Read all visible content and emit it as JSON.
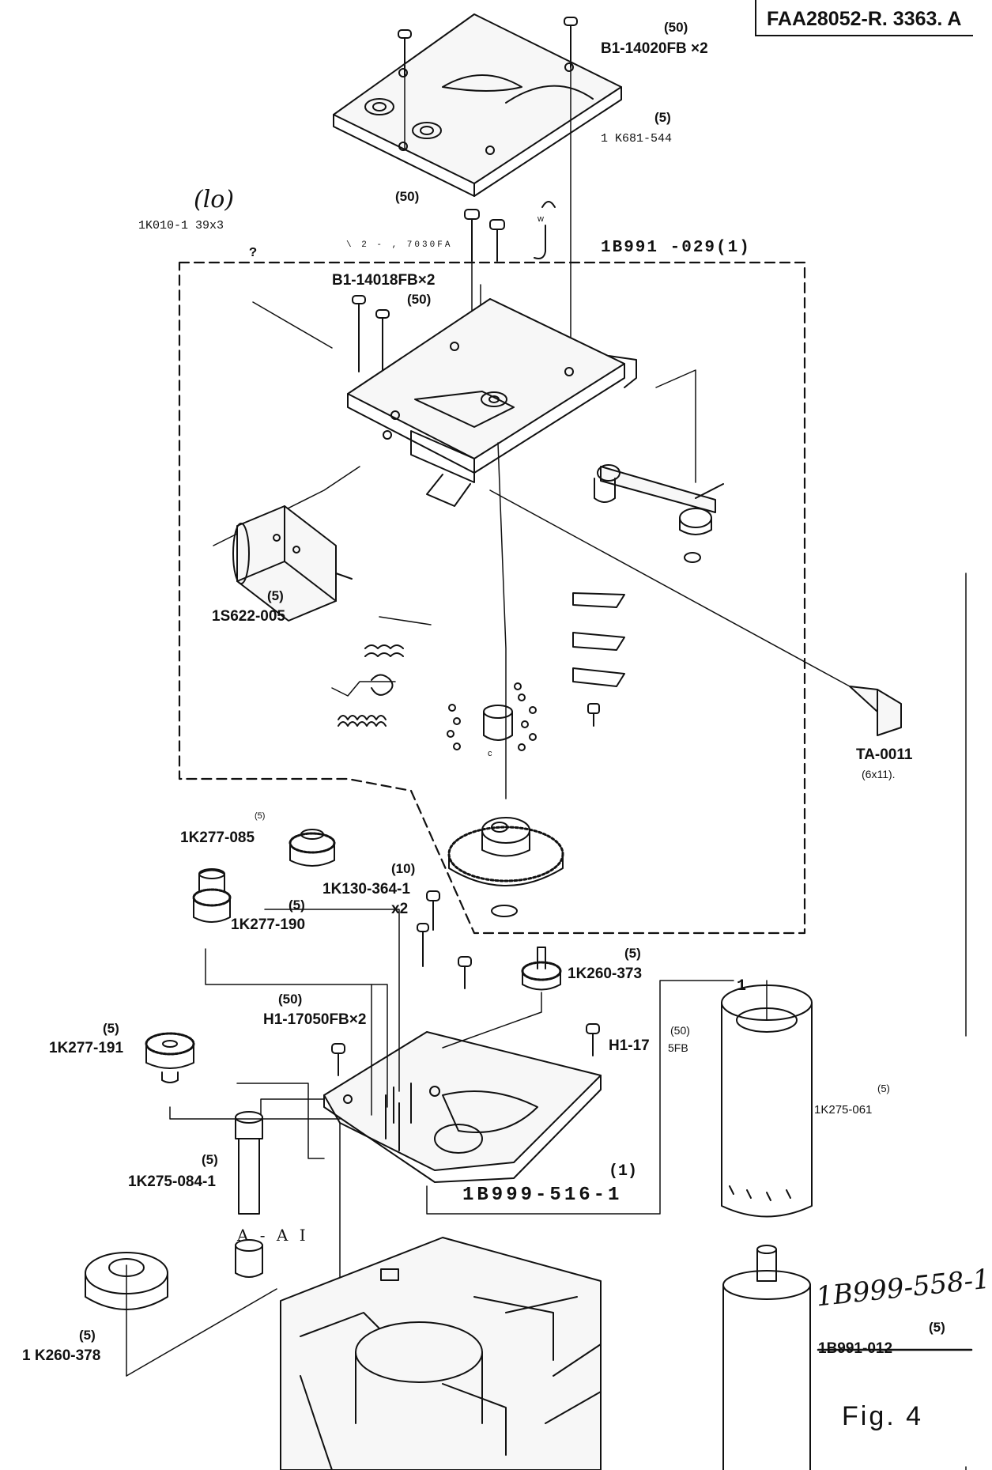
{
  "document_id": "FAA28052-R. 3363. A",
  "figure_label": "Fig.  4",
  "callouts": [
    {
      "qty": "(50)",
      "part": "B1-14020FB ×2"
    },
    {
      "qty": "(5)",
      "part": "1 K681-544"
    },
    {
      "qty": "(lo)",
      "part": "1K010-1  39x3"
    },
    {
      "qty": "(50)",
      "part": ""
    },
    {
      "qty": "",
      "part": "\\ 2 - , 7030FA"
    },
    {
      "qty": "",
      "part": "?"
    },
    {
      "qty": "",
      "part": "1B991    -029(1)"
    },
    {
      "qty": "(50)",
      "part": "B1-14018FB×2"
    },
    {
      "qty": "(5)",
      "part": "1S622-005"
    },
    {
      "qty": "",
      "part": "TA-0011"
    },
    {
      "qty": "",
      "part": "(6x11)."
    },
    {
      "qty": "(5)",
      "part": "1K277-085"
    },
    {
      "qty": "(10)",
      "part": "1K130-364-1"
    },
    {
      "qty": "",
      "part": "x2"
    },
    {
      "qty": "(5)",
      "part": "1K277-190"
    },
    {
      "qty": "(5)",
      "part": "1K260-373"
    },
    {
      "qty": "(50)",
      "part": "H1-17050FB×2"
    },
    {
      "qty": "(5)",
      "part": "1K277-191"
    },
    {
      "qty": "",
      "part": "H1-17"
    },
    {
      "qty": "(50)",
      "part": "5FB"
    },
    {
      "qty": "",
      "part": "1"
    },
    {
      "qty": "(5)",
      "part": "1K275-061"
    },
    {
      "qty": "(5)",
      "part": "1K275-084-1"
    },
    {
      "qty": "(1)",
      "part": "1B999-516-1"
    },
    {
      "qty": "",
      "part": "A - A I"
    },
    {
      "qty": "(5)",
      "part": "1 K260-378"
    },
    {
      "qty": "(5)",
      "part": "1B991-012"
    },
    {
      "qty": "",
      "part": "1B999-558-1"
    },
    {
      "qty": "",
      "part": "w"
    },
    {
      "qty": "",
      "part": "c"
    }
  ]
}
